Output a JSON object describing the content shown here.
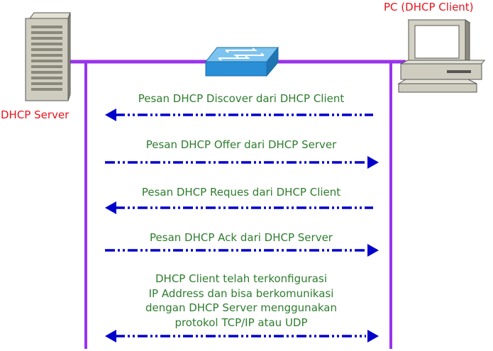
{
  "nodes": {
    "server_label": "DHCP Server",
    "client_label": "PC (DHCP Client)"
  },
  "messages": [
    {
      "text": "Pesan DHCP Discover dari DHCP Client",
      "direction": "to-server"
    },
    {
      "text": "Pesan DHCP Offer dari DHCP Server",
      "direction": "to-client"
    },
    {
      "text": "Pesan DHCP Reques dari DHCP Client",
      "direction": "to-server"
    },
    {
      "text": "Pesan DHCP Ack dari DHCP Server",
      "direction": "to-client"
    }
  ],
  "final_note": {
    "lines": [
      "DHCP Client telah terkonfigurasi",
      "IP Address dan bisa berkomunikasi",
      "dengan DHCP Server menggunakan",
      "protokol TCP/IP atau UDP"
    ],
    "direction": "both"
  },
  "colors": {
    "lifeline": "#9933ee",
    "arrow": "#0000cc",
    "message_text": "#2e7d2e",
    "node_label": "#e8141c",
    "switch": "#2a8fd6"
  }
}
